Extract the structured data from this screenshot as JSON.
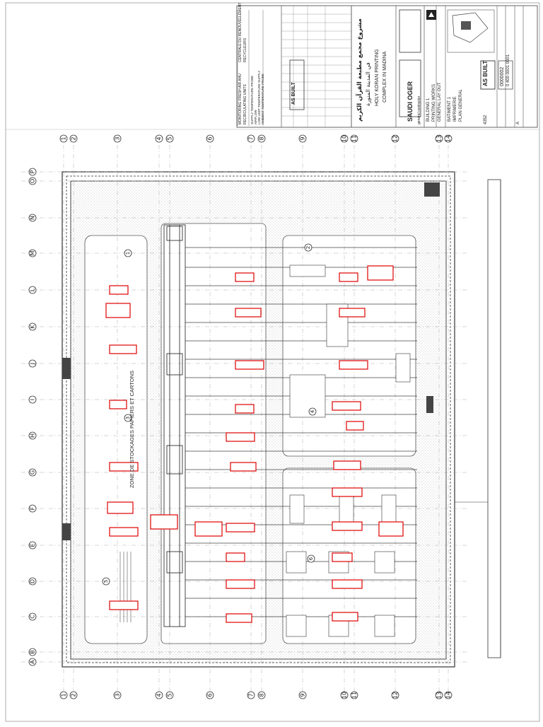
{
  "title_block": {
    "project_ar": "مشروع مجمع مطبعة القرآن الكريم",
    "project_ar_city": "في المدينة المنورة",
    "project_en_1": "HOLY KORAN PRINTING",
    "project_en_2": "COMPLEX IN MADINA",
    "contractor": "SAUDI OGER",
    "contractor_role": "general contractor",
    "building_1": "BUILDING 1",
    "building_2": "PRINTING WORKS",
    "building_3": "GENERAL LAY OUT",
    "batiment_1": "BATIMENT 1",
    "batiment_2": "IMPRIMERIE",
    "batiment_3": "PLAN GENERAL",
    "as_built": "AS BUILT",
    "sheet_no": "0000002",
    "drawing_code": "0 400 0001 0001",
    "scale_ref": "4352",
    "revision": "A"
  },
  "legend": {
    "heading_1": "MONITORING FRESH AIR AHU",
    "heading_2": "CENTRALE DU RENOUVELLEMENT",
    "sub_1": "RECIRCULATING UNITS",
    "sub_2": "RECYCLEURS",
    "line_1": "SUPPLY TEMPERATURE PROBE",
    "line_2": "AIRFLOW",
    "line_3": "LOW LIMIT TEMPERATURE SUPPLY",
    "line_4": "AMBIENT TEMPERATURE PROBE"
  },
  "grid": {
    "columns": [
      "1",
      "2",
      "3",
      "4",
      "5",
      "6",
      "7",
      "8",
      "9",
      "10",
      "11",
      "12",
      "13",
      "14"
    ],
    "rows": [
      "A",
      "B",
      "C",
      "D",
      "E",
      "F",
      "G",
      "H",
      "I",
      "J",
      "K",
      "L",
      "M",
      "N",
      "O",
      "P"
    ]
  },
  "zones": [
    {
      "label": "ZONE DE STOCKAGES PAPIERS ET CARTONS",
      "number": "3"
    },
    {
      "label": "",
      "number": "1"
    },
    {
      "label": "",
      "number": "2"
    },
    {
      "label": "",
      "number": "4"
    },
    {
      "label": "",
      "number": "5"
    },
    {
      "label": "",
      "number": "6"
    }
  ],
  "colors": {
    "redaction": "#e00000",
    "line": "#333333",
    "hatch": "#bbbbbb"
  }
}
